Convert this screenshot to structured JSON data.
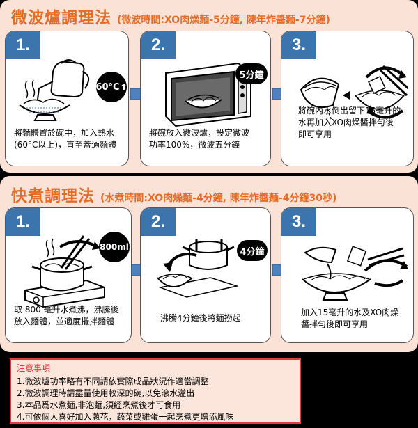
{
  "microwave": {
    "title": "微波爐調理法",
    "subtitle": "(微波時間:XO肉燥麵-5分鐘, 陳年炸醬麵-7分鐘)",
    "steps": [
      {
        "number": "1.",
        "badge": "60°C",
        "caption_lines": [
          "將麵體置於碗中，加入熱水",
          "(60°C以上)，直至蓋過麵體"
        ]
      },
      {
        "number": "2.",
        "badge": "5分鐘",
        "caption_lines": [
          "將碗放入微波爐，設定微波",
          "功率100%，微波五分鐘"
        ]
      },
      {
        "number": "3.",
        "caption_lines": [
          "將碗內水倒出留下15毫升的",
          "水再加入XO肉燥醬拌勻後",
          "即可享用"
        ]
      }
    ]
  },
  "boil": {
    "title": "快煮調理法",
    "subtitle": "(水煮時間:XO肉燥麵-4分鐘, 陳年炸醬麵-4分鐘30秒)",
    "steps": [
      {
        "number": "1.",
        "badge": "800ml",
        "caption_lines": [
          "取 800 毫升水煮沸，沸騰後",
          "放入麵體，並適度攪拌麵體"
        ]
      },
      {
        "number": "2.",
        "badge": "4分鐘",
        "caption_lines": [
          "沸騰4分鐘後將麵撈起"
        ]
      },
      {
        "number": "3.",
        "caption_lines": [
          "加入15毫升的水及XO肉燥",
          "醬拌勻後即可享用"
        ]
      }
    ]
  },
  "notes": {
    "title": "注意事項",
    "items": [
      "1.微波爐功率略有不同請依實際成品狀況作適當調整",
      "2.微波調理時請盡量使用較深的碗,以免滾水溢出",
      "3.本品爲水煮麵,非泡麵,須經烹煮後才可食用",
      "4.可依個人喜好加入蔥花，蔬菜或雞蛋一起烹煮更增添風味"
    ]
  },
  "colors": {
    "accent": "#e46c28",
    "panel": "#fbe2d6",
    "step_number_bg": "#3c74ad",
    "arrow": "#4f81bd",
    "note_border": "#e03a3a"
  }
}
